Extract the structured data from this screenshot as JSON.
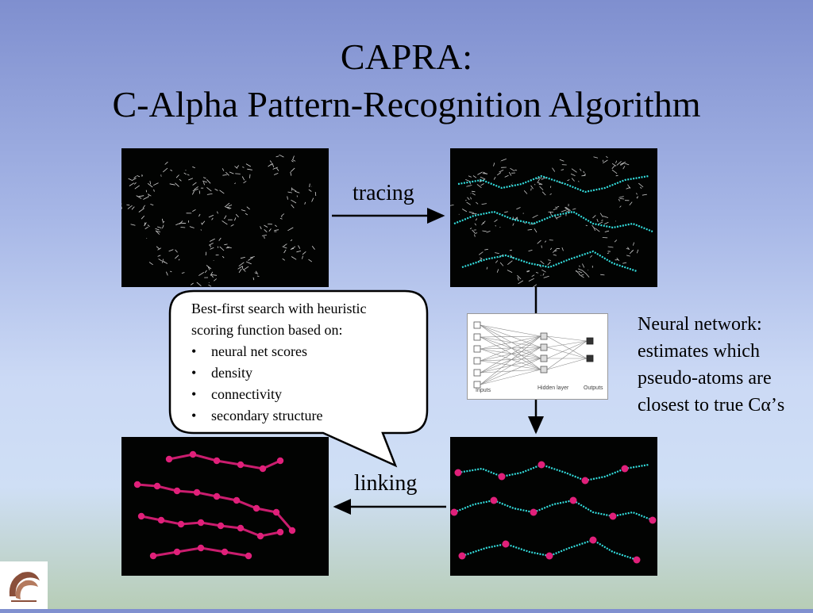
{
  "slide": {
    "title_line1": "CAPRA:",
    "title_line2": "C-Alpha Pattern-Recognition Algorithm"
  },
  "arrows": {
    "tracing": "tracing",
    "linking": "linking"
  },
  "neural_network": {
    "description_lines": [
      "Neural network:",
      "estimates which",
      "pseudo-atoms are",
      "closest to true C"
    ],
    "alpha_symbol": "α",
    "suffix": "’s",
    "diagram_labels": {
      "inputs": "Inputs",
      "hidden": "Hidden layer",
      "outputs": "Outputs"
    }
  },
  "search_bubble": {
    "intro_line1": "Best-first search with heuristic",
    "intro_line2": "scoring function based on:",
    "bullets": [
      "neural net scores",
      "density",
      "connectivity",
      "secondary structure"
    ]
  },
  "colors": {
    "mesh": "#e8e8e8",
    "trace": "#33dddd",
    "ca_atoms": "#e0207a",
    "panel_bg": "#020302"
  },
  "images": [
    "density-map-mesh",
    "density-with-trace",
    "linked-ca-chains",
    "trace-with-ca-points"
  ]
}
